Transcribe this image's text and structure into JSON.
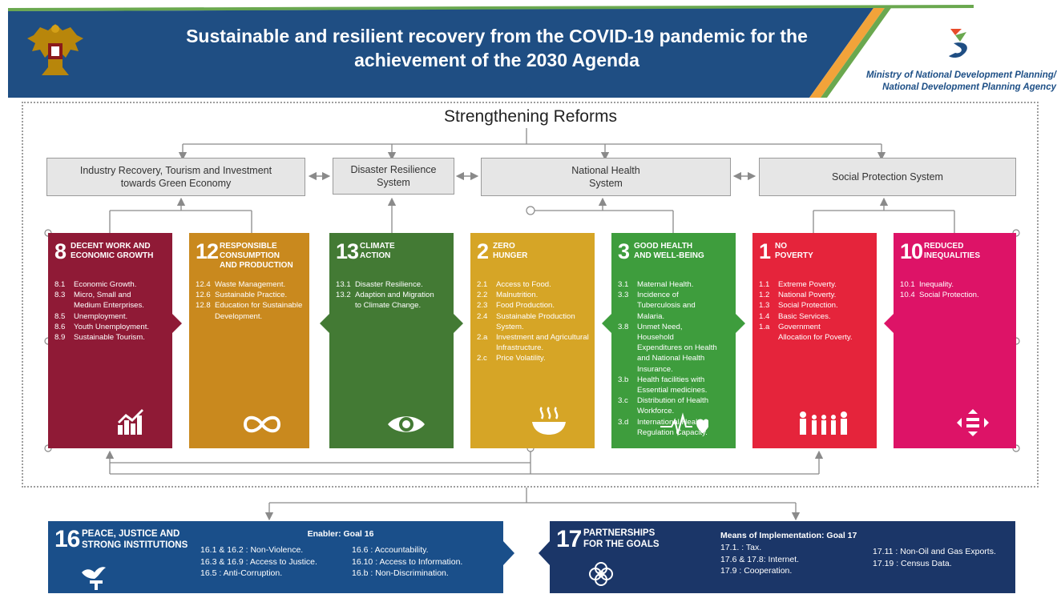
{
  "header": {
    "title_line1": "Sustainable and resilient recovery from the COVID-19 pandemic for the",
    "title_line2": "achievement of the 2030 Agenda",
    "ministry_line1": "Ministry of National Development Planning/",
    "ministry_line2": "National Development Planning Agency",
    "colors": {
      "blue": "#1f4e83",
      "green": "#6aa84f",
      "orange": "#f2a33a"
    }
  },
  "reforms_title": "Strengthening Reforms",
  "systems": [
    {
      "line1": "Industry Recovery, Tourism and Investment",
      "line2": "towards Green Economy"
    },
    {
      "line1": "Disaster Resilience",
      "line2": "System"
    },
    {
      "line1": "National Health",
      "line2": "System"
    },
    {
      "line1": "Social Protection System",
      "line2": ""
    }
  ],
  "goals": [
    {
      "number": "8",
      "title1": "DECENT WORK AND",
      "title2": "ECONOMIC GROWTH",
      "title3": "",
      "color": "#8f1a36",
      "icon": "growth-chart-icon",
      "targets": [
        {
          "code": "8.1",
          "text": "Economic Growth."
        },
        {
          "code": "8.3",
          "text": "Micro, Small and Medium Enterprises."
        },
        {
          "code": "8.5",
          "text": "Unemployment."
        },
        {
          "code": "8.6",
          "text": "Youth Unemployment."
        },
        {
          "code": "8.9",
          "text": "Sustainable Tourism."
        }
      ]
    },
    {
      "number": "12",
      "title1": "RESPONSIBLE",
      "title2": "CONSUMPTION",
      "title3": "AND PRODUCTION",
      "color": "#c9891e",
      "icon": "infinity-loop-icon",
      "targets": [
        {
          "code": "12.4",
          "text": "Waste Management."
        },
        {
          "code": "12.6",
          "text": "Sustainable Practice."
        },
        {
          "code": "12.8",
          "text": "Education for Sustainable Development."
        }
      ]
    },
    {
      "number": "13",
      "title1": "CLIMATE",
      "title2": "ACTION",
      "title3": "",
      "color": "#437a34",
      "icon": "eye-globe-icon",
      "targets": [
        {
          "code": "13.1",
          "text": "Disaster Resilience."
        },
        {
          "code": "13.2",
          "text": "Adaption and Migration to Climate Change."
        }
      ]
    },
    {
      "number": "2",
      "title1": "ZERO",
      "title2": "HUNGER",
      "title3": "",
      "color": "#d6a526",
      "icon": "food-bowl-icon",
      "targets": [
        {
          "code": "2.1",
          "text": "Access to Food."
        },
        {
          "code": "2.2",
          "text": "Malnutrition."
        },
        {
          "code": "2.3",
          "text": "Food Production."
        },
        {
          "code": "2.4",
          "text": "Sustainable Production System."
        },
        {
          "code": "2.a",
          "text": "Investment and Agricultural Infrastructure."
        },
        {
          "code": "2.c",
          "text": "Price Volatility."
        }
      ]
    },
    {
      "number": "3",
      "title1": "GOOD HEALTH",
      "title2": "AND WELL-BEING",
      "title3": "",
      "color": "#3e9d3d",
      "icon": "heartbeat-icon",
      "targets": [
        {
          "code": "3.1",
          "text": "Maternal Health."
        },
        {
          "code": "3.3",
          "text": "Incidence of Tuberculosis and Malaria."
        },
        {
          "code": "3.8",
          "text": "Unmet Need, Household Expenditures on Health and National Health Insurance."
        },
        {
          "code": "3.b",
          "text": "Health facilities with Essential medicines."
        },
        {
          "code": "3.c",
          "text": "Distribution of Health Workforce."
        },
        {
          "code": "3.d",
          "text": "International Health Regulation Capacity."
        }
      ]
    },
    {
      "number": "1",
      "title1": "NO",
      "title2": "POVERTY",
      "title3": "",
      "color": "#e5243b",
      "icon": "family-icon",
      "targets": [
        {
          "code": "1.1",
          "text": "Extreme Poverty."
        },
        {
          "code": "1.2",
          "text": "National Poverty."
        },
        {
          "code": "1.3",
          "text": "Social Protection."
        },
        {
          "code": "1.4",
          "text": "Basic Services."
        },
        {
          "code": "1.a",
          "text": "Government Allocation for Poverty."
        }
      ]
    },
    {
      "number": "10",
      "title1": "REDUCED",
      "title2": "INEQUALITIES",
      "title3": "",
      "color": "#dd1367",
      "icon": "equality-icon",
      "targets": [
        {
          "code": "10.1",
          "text": "Inequality."
        },
        {
          "code": "10.4",
          "text": "Social Protection."
        }
      ]
    }
  ],
  "goal16": {
    "number": "16",
    "title1": "PEACE, JUSTICE AND",
    "title2": "STRONG INSTITUTIONS",
    "color": "#1a4f8a",
    "heading": "Enabler: Goal 16",
    "col1": [
      "16.1 & 16.2  : Non-Violence.",
      "16.3 & 16.9 : Access to Justice.",
      "16.5 : Anti-Corruption."
    ],
    "col2": [
      "16.6   : Accountability.",
      "16.10 : Access to Information.",
      "16.b   : Non-Discrimination."
    ]
  },
  "goal17": {
    "number": "17",
    "title1": "PARTNERSHIPS",
    "title2": "FOR THE GOALS",
    "color": "#1b3668",
    "heading": "Means of Implementation: Goal 17",
    "col1": [
      "17.1.  : Tax.",
      "17.6 & 17.8: Internet.",
      "17.9   : Cooperation."
    ],
    "col2": [
      "17.11 : Non-Oil and Gas Exports.",
      "17.19 : Census Data."
    ]
  }
}
